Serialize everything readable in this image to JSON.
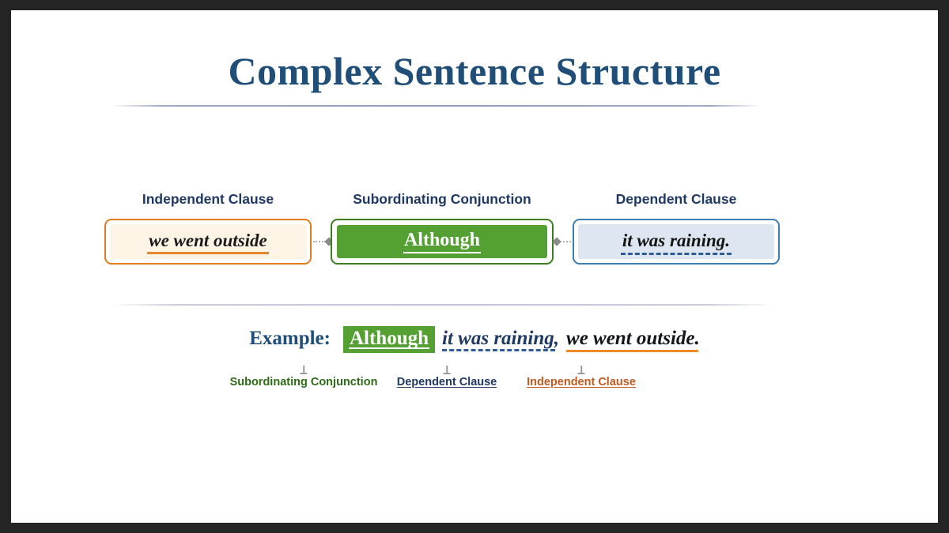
{
  "slide": {
    "title": "Complex Sentence Structure",
    "background_color": "#FFFFFF",
    "frame_color": "#252526"
  },
  "colors": {
    "title_navy": "#1F4E79",
    "label_navy": "#1F3864",
    "independent_orange": "#E07B22",
    "independent_fill": "#FDF4E6",
    "conjunction_green": "#55A032",
    "conjunction_border": "#3F7D22",
    "dependent_blue": "#3E7CB1",
    "dependent_fill": "#DEE6F1",
    "legend_green": "#2E6B17",
    "legend_orange": "#C05A1E",
    "connector_gray": "#8A8A8A",
    "divider_gray": "#C0C5DA"
  },
  "diagram": {
    "columns": [
      {
        "label": "Independent Clause",
        "text": "we went outside",
        "underline_style": "solid",
        "accent": "#E07B22"
      },
      {
        "label": "Subordinating Conjunction",
        "text": "Although",
        "underline_style": "solid",
        "accent": "#55A032"
      },
      {
        "label": "Dependent Clause",
        "text": "it was raining.",
        "underline_style": "dashed",
        "accent": "#3E7CB1"
      }
    ],
    "connector_icon": "dotted-line-with-diamond-node"
  },
  "example": {
    "label": "Example:",
    "segments": [
      {
        "text": "Although",
        "role": "subordinating-conjunction",
        "style": "green-highlight-white-underline"
      },
      {
        "text": "it was raining,",
        "role": "dependent-clause",
        "style": "navy-italic-dashed-underline"
      },
      {
        "text": "we went outside.",
        "role": "independent-clause",
        "style": "dark-italic-orange-underline"
      }
    ],
    "legend": [
      {
        "text": "Subordinating Conjunction",
        "color": "#2E6B17"
      },
      {
        "text": "Dependent Clause",
        "color": "#1F3864"
      },
      {
        "text": "Independent Clause",
        "color": "#C05A1E"
      }
    ]
  }
}
